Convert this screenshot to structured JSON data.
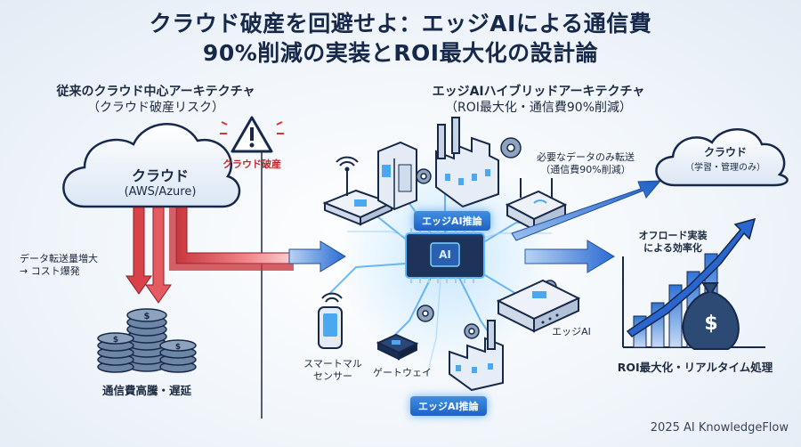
{
  "title": {
    "line1": "クラウド破産を回避せよ：エッジAIによる通信費",
    "line2": "90%削減の実装とROI最大化の設計論"
  },
  "left": {
    "heading1": "従来のクラウド中心アーキテクチャ",
    "heading2": "（クラウド破産リスク）",
    "cloud_title": "クラウド",
    "cloud_sub": "(AWS/Azure)",
    "warning": "クラウド破産",
    "transfer1": "データ転送量増大",
    "transfer2": "→ コスト爆発",
    "cost": "通信費高騰・遅延"
  },
  "right": {
    "heading1": "エッジAIハイブリッドアーキテクチャ",
    "heading2": "（ROI最大化・通信費90%削減）",
    "chip": "AI",
    "pill_top": "エッジAI推論",
    "pill_bottom": "エッジAI推論",
    "transfer1": "必要なデータのみ転送",
    "transfer2": "（通信費90%削減）",
    "cloud_title": "クラウド",
    "cloud_sub": "（学習・管理のみ）",
    "offload1": "オフロード実装",
    "offload2": "による効率化",
    "sensor1": "スマートマル",
    "sensor2": "センサー",
    "gateway": "ゲートウェイ",
    "edge_ai": "エッジAI",
    "roi": "ROI最大化・リアルタイム処理"
  },
  "credit": "2025 AI KnowledgeFlow",
  "colors": {
    "red_arrow": "#e0454c",
    "blue_arrow": "#2d6fd6",
    "navy": "#17294a",
    "coin": "#5f7a9a"
  }
}
